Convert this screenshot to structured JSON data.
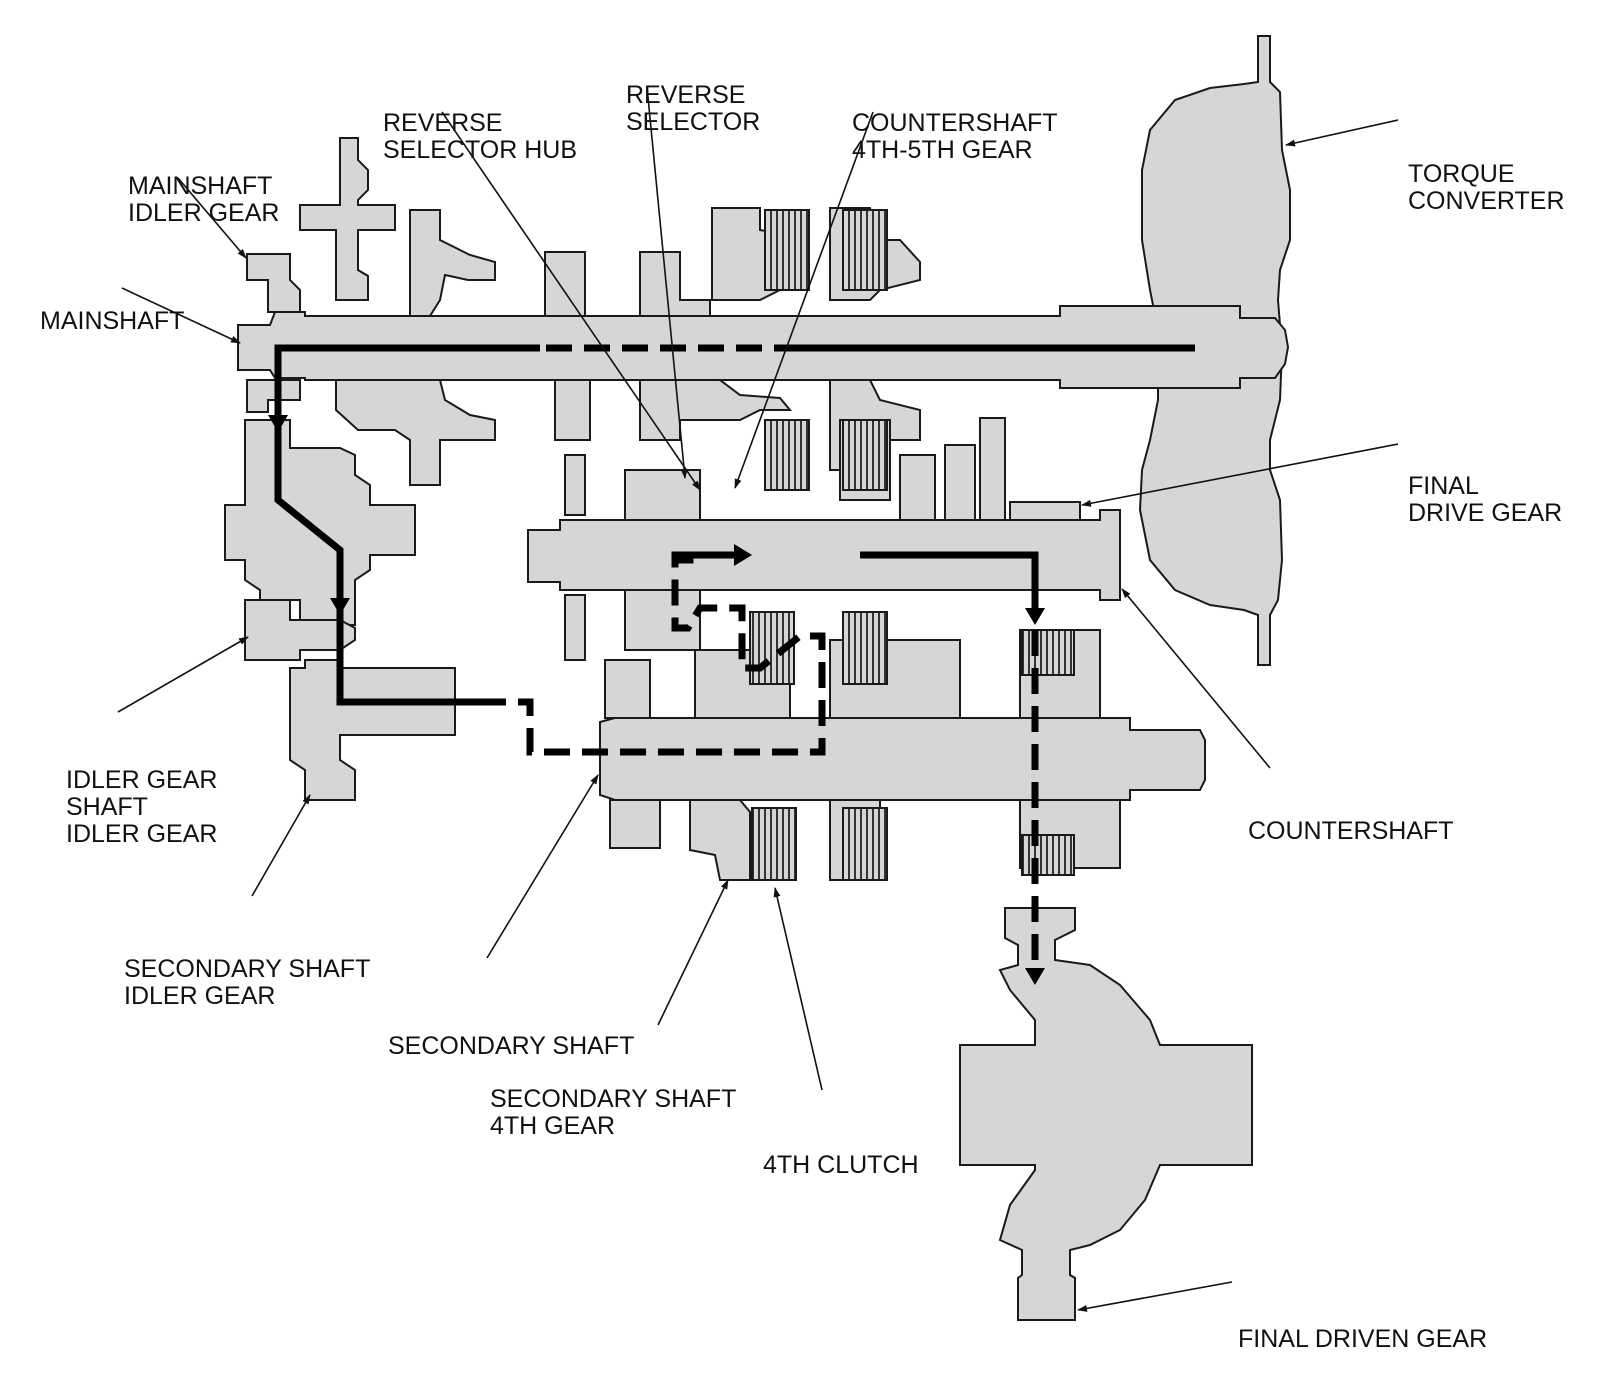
{
  "colors": {
    "part_fill": "#d6d6d6",
    "part_stroke": "#1a1a1a",
    "power_flow": "#000000",
    "background": "#ffffff"
  },
  "labels": {
    "reverse_selector_hub": [
      "REVERSE",
      "SELECTOR HUB"
    ],
    "reverse_selector": [
      "REVERSE",
      "SELECTOR"
    ],
    "countershaft_4th_5th_gear": [
      "COUNTERSHAFT",
      "4TH-5TH GEAR"
    ],
    "mainshaft_idler_gear": [
      "MAINSHAFT",
      "IDLER GEAR"
    ],
    "torque_converter": [
      "TORQUE",
      "CONVERTER"
    ],
    "mainshaft": [
      "MAINSHAFT"
    ],
    "final_drive_gear": [
      "FINAL",
      "DRIVE GEAR"
    ],
    "idler_gear_shaft": [
      "IDLER GEAR",
      "SHAFT",
      "IDLER GEAR"
    ],
    "countershaft": [
      "COUNTERSHAFT"
    ],
    "secondary_shaft_idler_gear": [
      "SECONDARY SHAFT",
      "IDLER GEAR"
    ],
    "secondary_shaft": [
      "SECONDARY SHAFT"
    ],
    "secondary_shaft_4th_gear": [
      "SECONDARY SHAFT",
      "4TH GEAR"
    ],
    "clutch_4th": [
      "4TH CLUTCH"
    ],
    "final_driven_gear": [
      "FINAL DRIVEN GEAR"
    ]
  }
}
